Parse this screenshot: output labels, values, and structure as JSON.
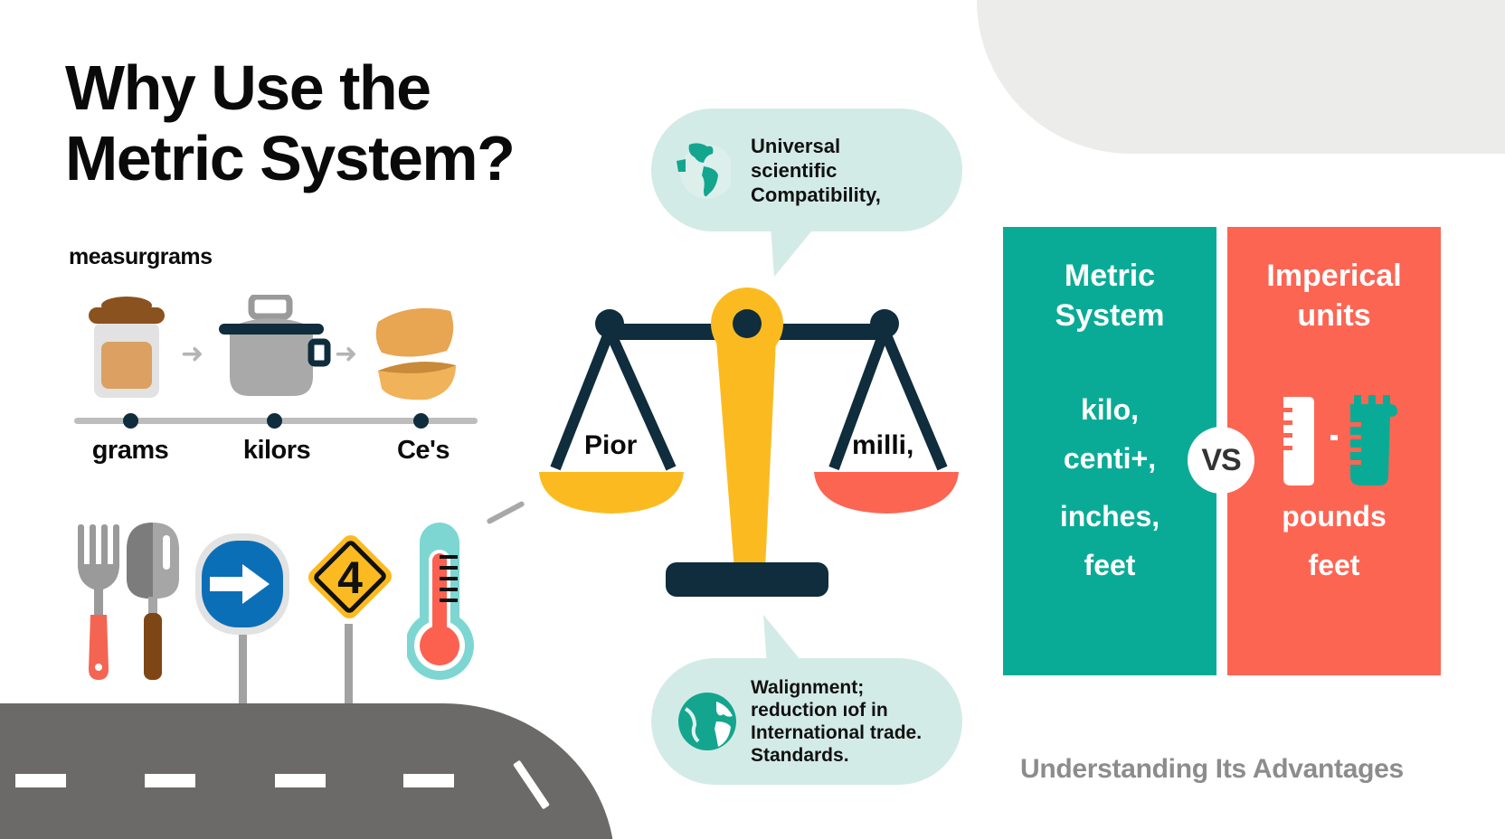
{
  "header": {
    "title_line1": "Why Use the",
    "title_line2": "Metric System?",
    "section_label": "measurgrams"
  },
  "timeline": {
    "items": [
      {
        "label": "grams",
        "icon": "jar-icon"
      },
      {
        "label": "kilors",
        "icon": "cooking-pot-icon"
      },
      {
        "label": "Ce's",
        "icon": "bowls-icon"
      }
    ],
    "arrow_glyph": "➜"
  },
  "everyday_icons": [
    {
      "name": "fork-icon"
    },
    {
      "name": "spatula-icon"
    },
    {
      "name": "direction-sign-icon",
      "glyph": "➔"
    },
    {
      "name": "warning-sign-icon",
      "glyph": "4"
    },
    {
      "name": "thermometer-icon"
    }
  ],
  "bubbles": {
    "top": {
      "icon": "globe-americas-icon",
      "lines": [
        "Universal",
        "scientific",
        "Compatibility,"
      ]
    },
    "bottom": {
      "icon": "globe-icon",
      "lines": [
        "Walignment;",
        "reduction ıof in",
        "International trade.",
        "Standards."
      ]
    }
  },
  "scale": {
    "left_pan_label": "Pior",
    "right_pan_label": "milli,"
  },
  "comparison": {
    "metric": {
      "heading_line1": "Metric",
      "heading_line2": "System",
      "items": [
        "kilo,",
        "centi+,",
        "inches,",
        "feet"
      ],
      "color": "#0aab96"
    },
    "vs_label": "VS",
    "imperial": {
      "heading_line1": "Imperical",
      "heading_line2": "units",
      "icons": [
        "ruler-icon",
        "measuring-cup-icon"
      ],
      "separator": "-",
      "items": [
        "pounds",
        "feet"
      ],
      "color": "#fd6553"
    }
  },
  "footer": {
    "tagline": "Understanding Its Advantages"
  },
  "colors": {
    "teal": "#0aab96",
    "coral": "#fd6553",
    "yellow": "#fbbb20",
    "navy": "#0f2d3c",
    "bubble": "#d3ebe6",
    "road": "#6b6a68"
  }
}
